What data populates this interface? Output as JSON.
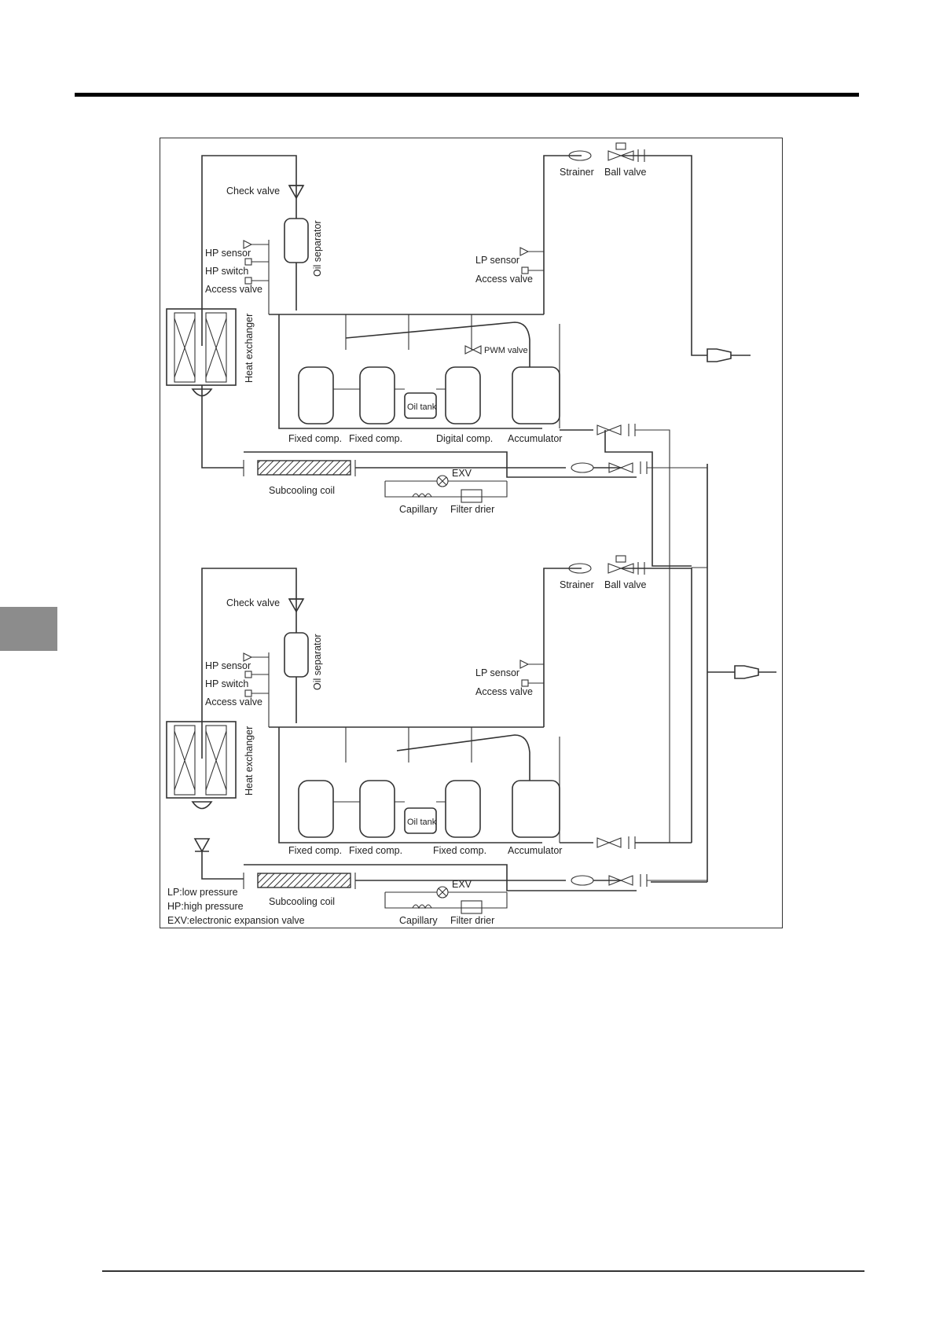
{
  "page": {
    "side_tab_color": "#8c8c8c"
  },
  "unit_1": {
    "check_valve": "Check valve",
    "oil_separator": "Oil separator",
    "hp_sensor": "HP sensor",
    "hp_switch": "HP switch",
    "access_valve_hp": "Access valve",
    "heat_exchanger": "Heat exchanger",
    "strainer": "Strainer",
    "ball_valve": "Ball valve",
    "lp_sensor": "LP sensor",
    "access_valve_lp": "Access valve",
    "pwm_valve": "PWM valve",
    "oil_tank": "Oil tank",
    "comp_1": "Fixed comp.",
    "comp_2": "Fixed comp.",
    "comp_3": "Digital comp.",
    "accumulator": "Accumulator",
    "subcooling_coil": "Subcooling coil",
    "exv": "EXV",
    "capillary": "Capillary",
    "filter_drier": "Filter drier"
  },
  "unit_2": {
    "check_valve": "Check valve",
    "oil_separator": "Oil separator",
    "hp_sensor": "HP sensor",
    "hp_switch": "HP switch",
    "access_valve_hp": "Access valve",
    "heat_exchanger": "Heat exchanger",
    "strainer": "Strainer",
    "ball_valve": "Ball valve",
    "lp_sensor": "LP sensor",
    "access_valve_lp": "Access valve",
    "oil_tank": "Oil tank",
    "comp_1": "Fixed comp.",
    "comp_2": "Fixed comp.",
    "comp_3": "Fixed comp.",
    "accumulator": "Accumulator",
    "subcooling_coil": "Subcooling coil",
    "exv": "EXV",
    "capillary": "Capillary",
    "filter_drier": "Filter drier"
  },
  "legend": {
    "lp": "LP:low pressure",
    "hp": "HP:high pressure",
    "exv": "EXV:electronic expansion valve"
  }
}
